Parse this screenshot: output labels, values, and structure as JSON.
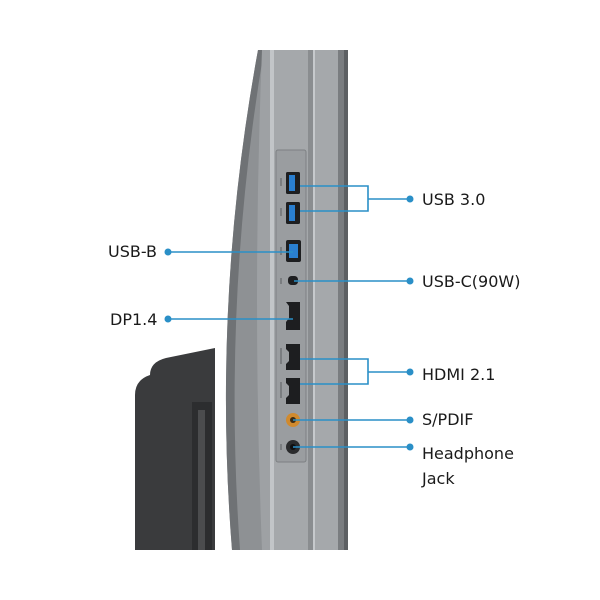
{
  "labels": {
    "usb3": "USB 3.0",
    "usb_b": "USB-B",
    "usb_c": "USB-C(90W)",
    "dp": "DP1.4",
    "hdmi": "HDMI 2.1",
    "spdif": "S/PDIF",
    "headphone_line1": "Headphone",
    "headphone_line2": "Jack"
  },
  "colors": {
    "background": "#ffffff",
    "callout_line": "#2a8fc7",
    "monitor_body": "#8f9295",
    "stand": "#3a3b3d",
    "port_panel": "#a4a7aa",
    "usb3_blue": "#2a7fd0",
    "spdif_orange": "#d08a2e",
    "label_text": "#1a1a1a"
  }
}
